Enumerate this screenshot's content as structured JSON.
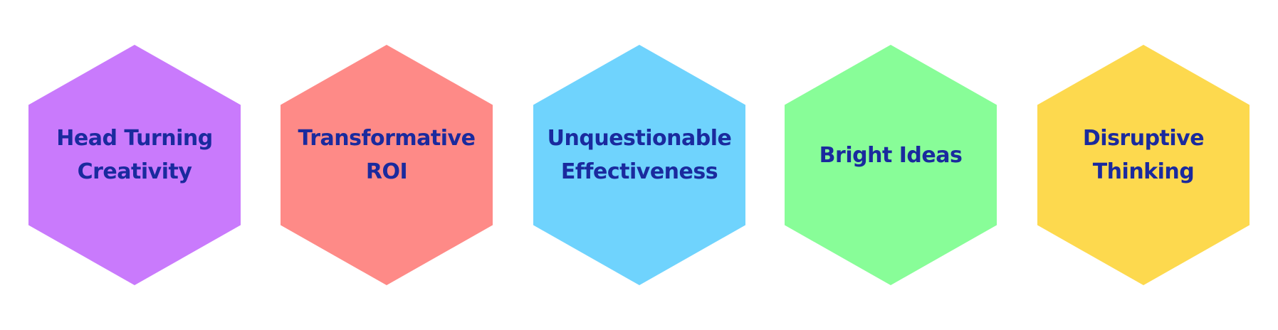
{
  "hexagons": [
    {
      "lines": [
        "Head Turning",
        "Creativity"
      ],
      "color": "#c97afc"
    },
    {
      "lines": [
        "Transformative",
        "ROI"
      ],
      "color": "#fe8a87"
    },
    {
      "lines": [
        "Unquestionable",
        "Effectiveness"
      ],
      "color": "#6fd3fd"
    },
    {
      "lines": [
        "Bright Ideas"
      ],
      "color": "#88fd98"
    },
    {
      "lines": [
        "Disruptive",
        "Thinking"
      ],
      "color": "#fdd94e"
    }
  ],
  "text_color": "#1a2a9e"
}
